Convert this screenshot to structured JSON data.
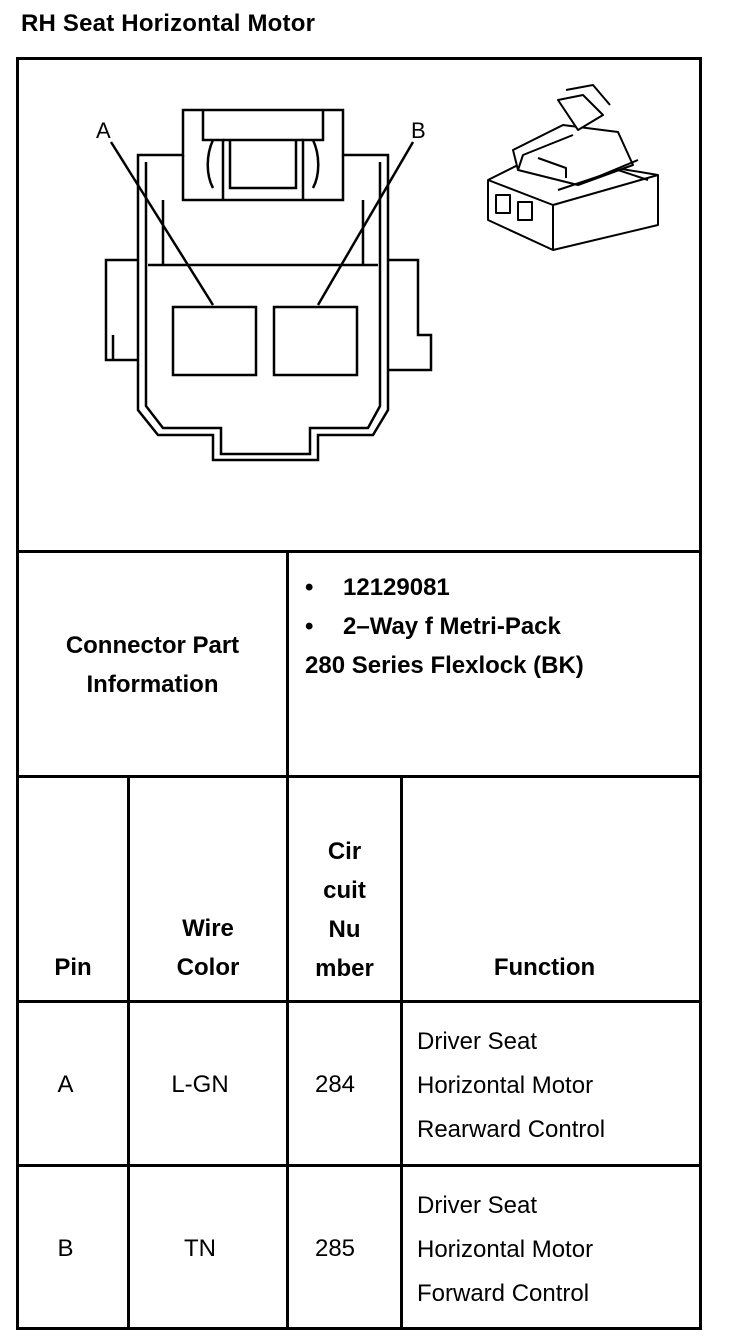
{
  "title": "RH Seat Horizontal Motor",
  "diagram": {
    "label_a": "A",
    "label_b": "B"
  },
  "connector": {
    "label_line1": "Connector Part",
    "label_line2": "Information",
    "bullet_symbol": "•",
    "part_number": "12129081",
    "description_line1": "2–Way f Metri-Pack",
    "description_line2": "280 Series Flexlock (BK)"
  },
  "headers": {
    "pin": "Pin",
    "wire_color": [
      "Wire",
      "Color"
    ],
    "circuit_number": [
      "Cir",
      "cuit",
      "Nu",
      "mber"
    ],
    "function": "Function"
  },
  "rows": [
    {
      "pin": "A",
      "wire_color": "L-GN",
      "circuit": "284",
      "function": [
        "Driver Seat",
        "Horizontal Motor",
        "Rearward Control"
      ]
    },
    {
      "pin": "B",
      "wire_color": "TN",
      "circuit": "285",
      "function": [
        "Driver Seat",
        "Horizontal Motor",
        "Forward Control"
      ]
    }
  ]
}
